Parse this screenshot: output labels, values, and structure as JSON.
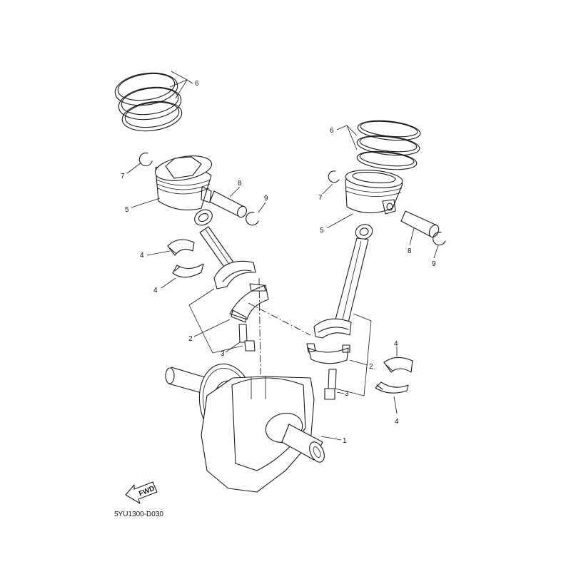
{
  "callouts": {
    "c1": "1",
    "c2a": "2",
    "c2b": "2",
    "c3a": "3",
    "c3b": "3",
    "c4a": "4",
    "c4b": "4",
    "c4c": "4",
    "c4d": "4",
    "c5a": "5",
    "c5b": "5",
    "c6a": "6",
    "c6b": "6",
    "c7a": "7",
    "c7b": "7",
    "c8a": "8",
    "c8b": "8",
    "c9a": "9",
    "c9b": "9"
  },
  "fwd_label": "FWD",
  "diagram_code": "5YU1300-D030"
}
